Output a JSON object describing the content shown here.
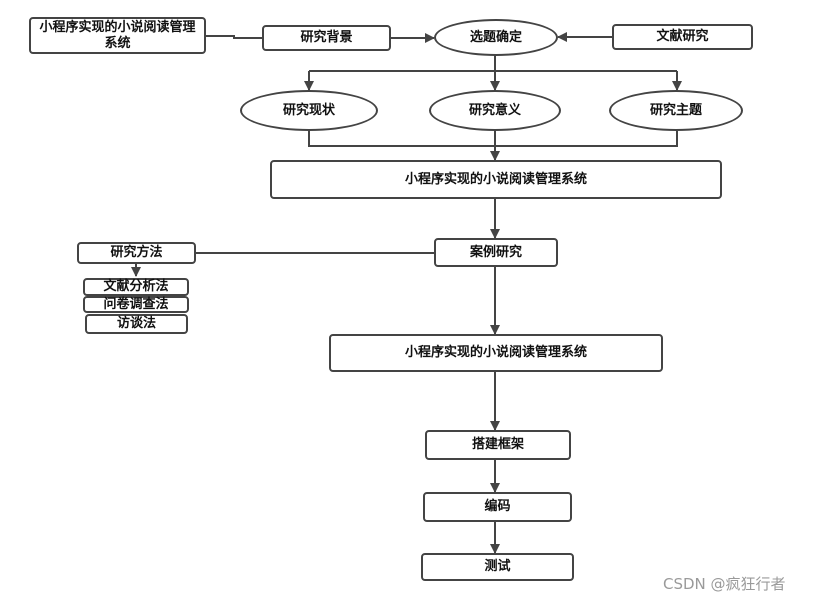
{
  "nodes": {
    "system_top_left": "小程序实现的小说阅读管理系统",
    "research_background": "研究背景",
    "topic_confirm": "选题确定",
    "literature_research": "文献研究",
    "research_status": "研究现状",
    "research_significance": "研究意义",
    "research_theme": "研究主题",
    "system_mid": "小程序实现的小说阅读管理系统",
    "research_methods": "研究方法",
    "case_study": "案例研究",
    "method_literature": "文献分析法",
    "method_questionnaire": "问卷调查法",
    "method_interview": "访谈法",
    "system_lower": "小程序实现的小说阅读管理系统",
    "build_framework": "搭建框架",
    "coding": "编码",
    "testing": "测试"
  },
  "watermark": "CSDN @疯狂行者",
  "colors": {
    "stroke": "#444444",
    "text": "#111111",
    "watermark": "#9a9a9a"
  }
}
